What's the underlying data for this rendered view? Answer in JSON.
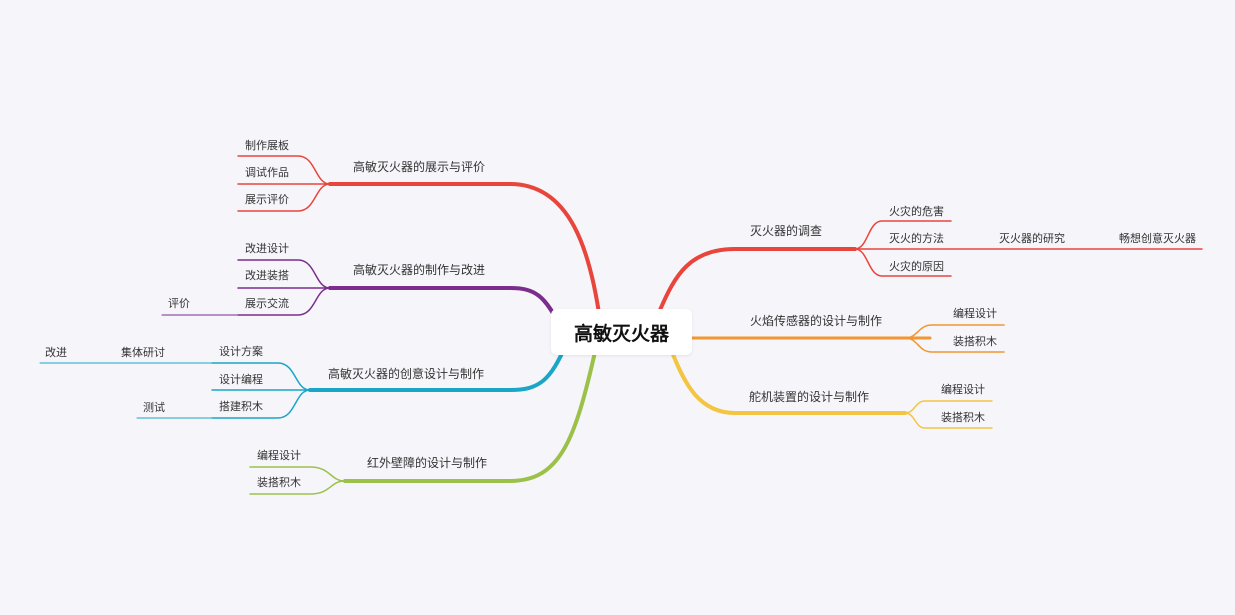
{
  "root": {
    "label": "高敏灭火器"
  },
  "colors": {
    "red": "#e8453c",
    "purple": "#7b2d8e",
    "blue": "#19a6c7",
    "green": "#9cc14a",
    "orange": "#f29633",
    "yellow": "#f4c542"
  },
  "branches": {
    "b1": {
      "label": "高敏灭火器的展示与评价",
      "children": [
        "制作展板",
        "调试作品",
        "展示评价"
      ]
    },
    "b2": {
      "label": "高敏灭火器的制作与改进",
      "children": [
        "改进设计",
        "改进装搭",
        "展示交流"
      ],
      "extra": "评价"
    },
    "b3": {
      "label": "高敏灭火器的创意设计与制作",
      "children": [
        "设计方案",
        "设计编程",
        "搭建积木"
      ],
      "sub1": "集体研讨",
      "sub1b": "改进",
      "sub3": "测试"
    },
    "b4": {
      "label": "红外壁障的设计与制作",
      "children": [
        "编程设计",
        "装搭积木"
      ]
    },
    "b5": {
      "label": "灭火器的调查",
      "children": [
        "火灾的危害",
        "灭火的方法",
        "火灾的原因"
      ],
      "sub2": "灭火器的研究",
      "sub2b": "畅想创意灭火器"
    },
    "b6": {
      "label": "火焰传感器的设计与制作",
      "children": [
        "编程设计",
        "装搭积木"
      ]
    },
    "b7": {
      "label": "舵机装置的设计与制作",
      "children": [
        "编程设计",
        "装搭积木"
      ]
    }
  }
}
